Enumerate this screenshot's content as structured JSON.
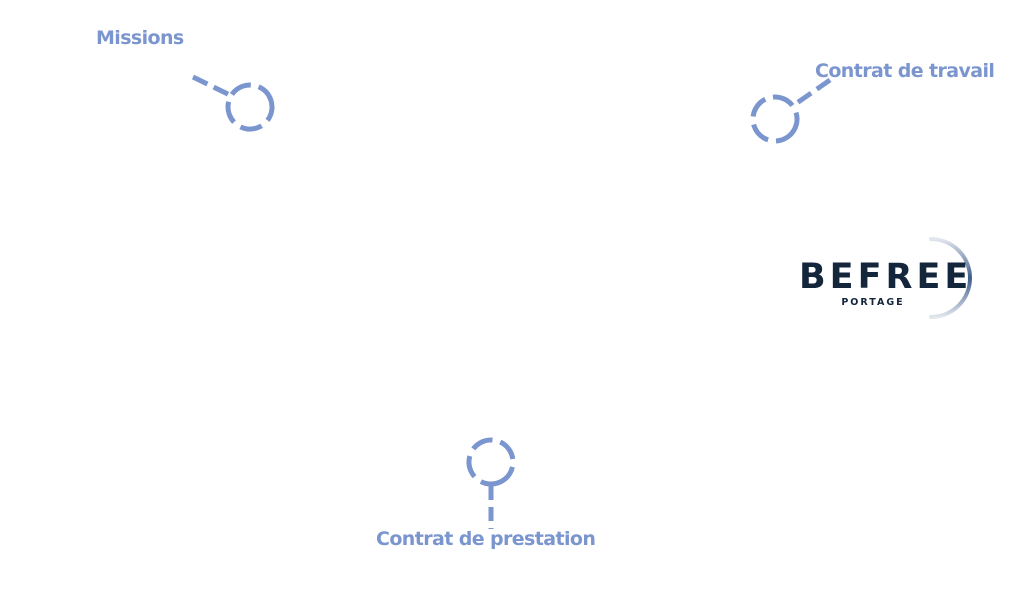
{
  "labels": {
    "missions": "Missions",
    "contrat_travail": "Contrat de travail",
    "contrat_prestation": "Contrat de prestation"
  },
  "logo": {
    "brand": "BEFREE",
    "tagline": "PORTAGE"
  },
  "colors": {
    "accent": "#7b95cf",
    "logo_text": "#14263b",
    "logo_arc": "#3f5c8c"
  }
}
